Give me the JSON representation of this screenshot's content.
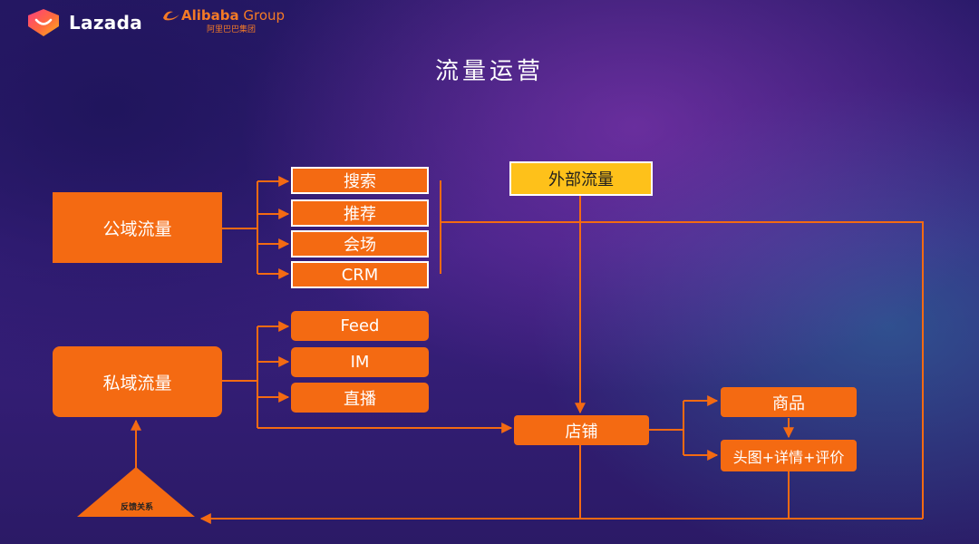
{
  "header": {
    "brand": "Lazada",
    "partner_en": "Alibaba",
    "partner_group": " Group",
    "partner_cn": "阿里巴巴集团"
  },
  "title": "流量运营",
  "nodes": {
    "public_traffic": "公域流量",
    "private_traffic": "私域流量",
    "external_traffic": "外部流量",
    "search": "搜索",
    "recommend": "推荐",
    "venue": "会场",
    "crm": "CRM",
    "feed": "Feed",
    "im": "IM",
    "live": "直播",
    "store": "店铺",
    "product": "商品",
    "detail": "头图+详情+评价",
    "feedback": "反馈关系"
  },
  "colors": {
    "node_orange": "#f46a12",
    "line_orange": "#f46a12",
    "external_yellow": "#fec11a",
    "brand_orange": "#f47a26"
  }
}
